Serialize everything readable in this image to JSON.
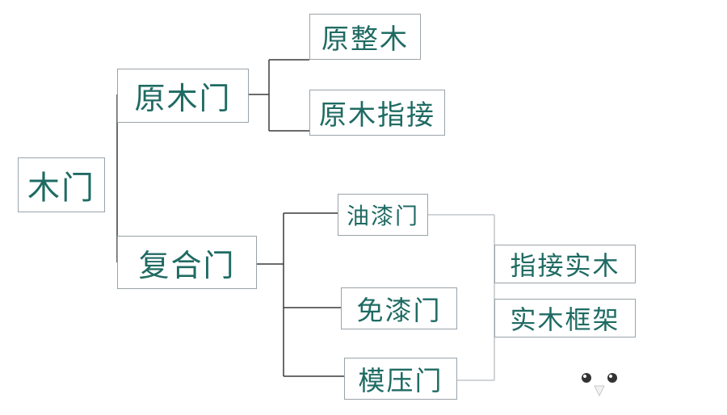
{
  "colors": {
    "text": "#1f6b63",
    "box_border": "#9aa3a8",
    "line_dark": "#3a3a3a",
    "line_light": "#b8bcbf"
  },
  "nodes": {
    "root": "木门",
    "solid_wood_door": "原木门",
    "composite_door": "复合门",
    "solid_whole_wood": "原整木",
    "solid_wood_finger_joint": "原木指接",
    "paint_door": "油漆门",
    "paint_free_door": "免漆门",
    "molded_door": "模压门",
    "finger_joint_solid_wood": "指接实木",
    "solid_wood_frame": "实木框架"
  },
  "mascot_icon": "cartoon-face-icon"
}
